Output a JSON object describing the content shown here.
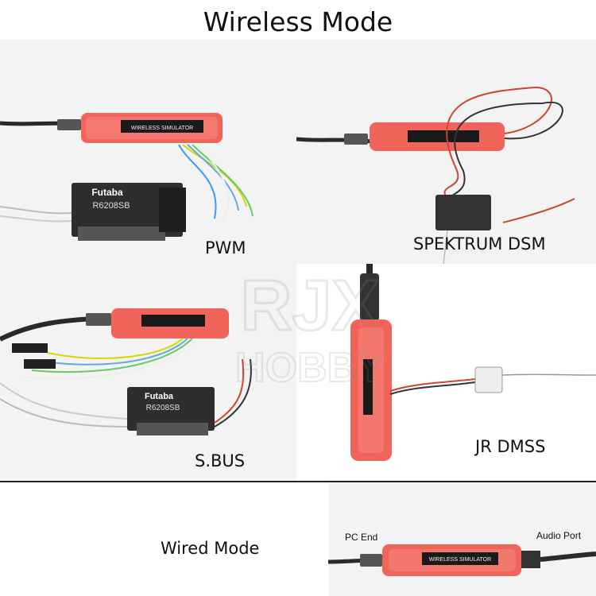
{
  "header": {
    "title": "Wireless Mode"
  },
  "panels": {
    "pwm": {
      "caption": "PWM"
    },
    "dsm": {
      "caption": "SPEKTRUM DSM"
    },
    "sbus": {
      "caption": "S.BUS"
    },
    "dmss": {
      "caption": "JR DMSS"
    }
  },
  "device": {
    "label": "WIRELESS SIMULATOR"
  },
  "receiver": {
    "brand": "Futaba",
    "model": "R6208SB"
  },
  "wired": {
    "caption": "Wired Mode",
    "pc_end": "PC End",
    "audio_port": "Audio Port"
  },
  "watermark": {
    "line1": "RJX",
    "line2": "HOBBY"
  },
  "colors": {
    "dongle": "#f0645a",
    "cable": "#2a2a2a",
    "receiver": "#2e2e2e"
  }
}
